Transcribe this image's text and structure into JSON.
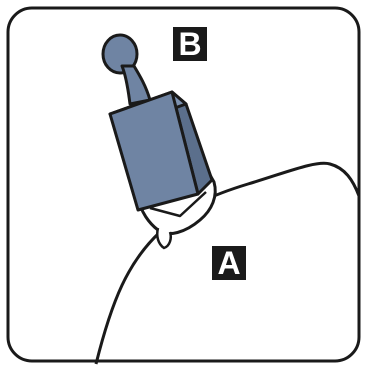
{
  "labels": {
    "a": "A",
    "b": "B"
  },
  "colors": {
    "frame": "#1a1a1a",
    "device_body": "#6f84a3",
    "device_shadow": "#5b6f8c",
    "label_bg": "#1a1a1a",
    "label_text": "#ffffff"
  },
  "icons": {
    "device": "wearable-device-icon",
    "strap": "strap-icon",
    "limb": "limb-outline"
  }
}
